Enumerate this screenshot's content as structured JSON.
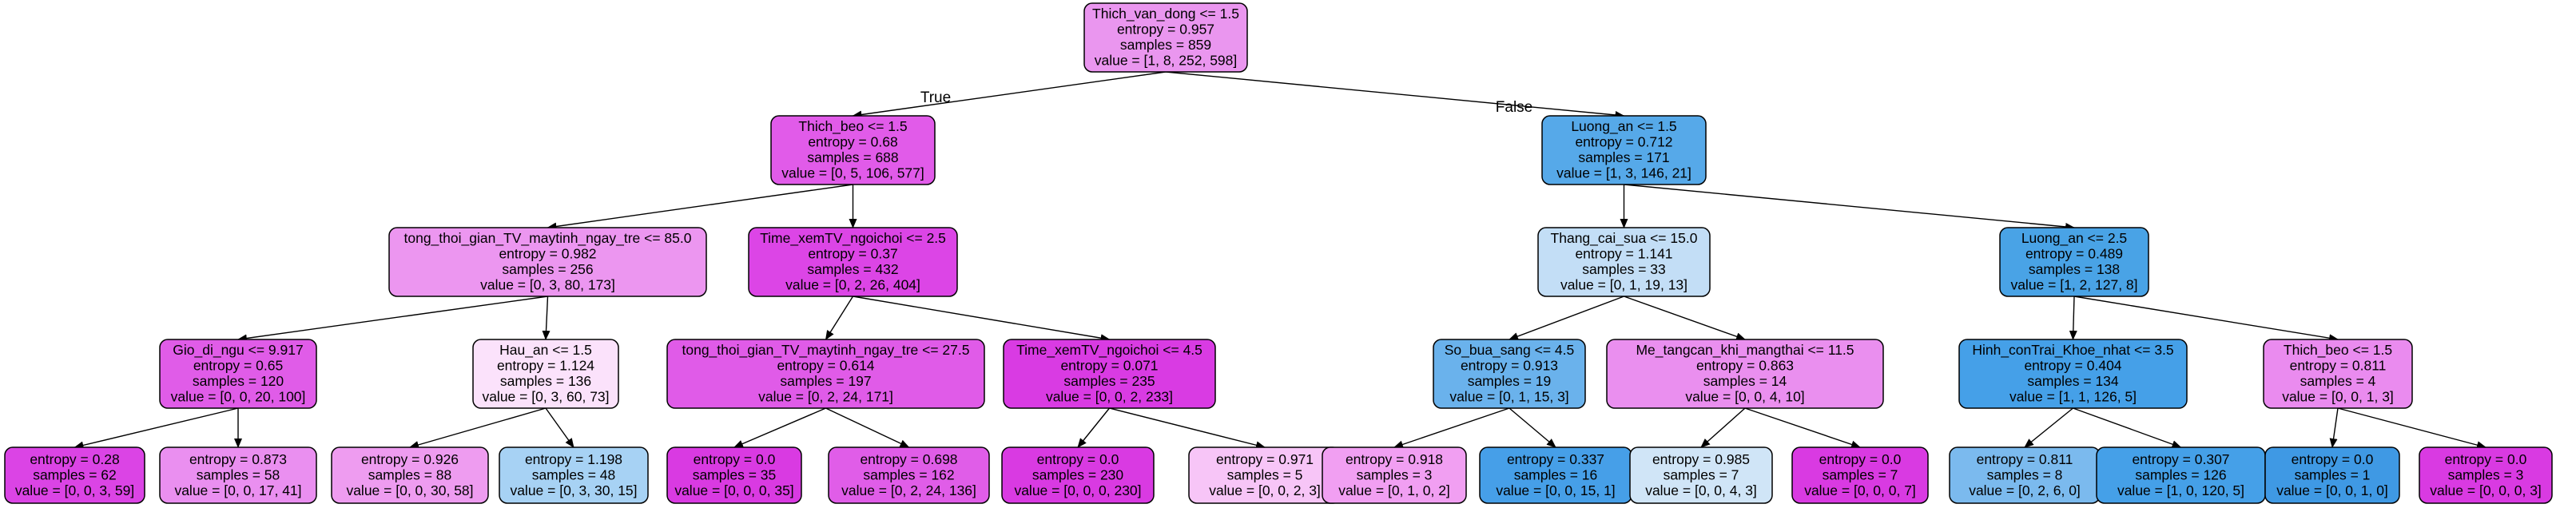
{
  "edge_labels": {
    "true": "True",
    "false": "False"
  },
  "colors": {
    "class_2_pale": "#fbe3fa",
    "class_2_light": "#ea96ef",
    "class_2_mid": "#e258e9",
    "class_2_strong": "#d93ee4",
    "class_1_pale": "#c6e0f7",
    "class_1_light": "#a4cdf2",
    "class_1_mid": "#6ab0eb",
    "class_1_strong": "#48a1e8",
    "edge": "#000000"
  },
  "nodes": [
    {
      "id": "n0",
      "lines": [
        "Thich_van_dong <= 1.5",
        "entropy = 0.957",
        "samples = 859",
        "value = [1, 8, 252, 598]"
      ],
      "fill": "#ea96ef"
    },
    {
      "id": "n1",
      "lines": [
        "Thich_beo <= 1.5",
        "entropy = 0.68",
        "samples = 688",
        "value = [0, 5, 106, 577]"
      ],
      "fill": "#e15be9"
    },
    {
      "id": "n2",
      "lines": [
        "Luong_an <= 1.5",
        "entropy = 0.712",
        "samples = 171",
        "value = [1, 3, 146, 21]"
      ],
      "fill": "#56a9e9"
    },
    {
      "id": "n3",
      "lines": [
        "tong_thoi_gian_TV_maytinh_ngay_tre <= 85.0",
        "entropy = 0.982",
        "samples = 256",
        "value = [0, 3, 80, 173]"
      ],
      "fill": "#ec96f0"
    },
    {
      "id": "n4",
      "lines": [
        "Time_xemTV_ngoichoi <= 2.5",
        "entropy = 0.37",
        "samples = 432",
        "value = [0, 2, 26, 404]"
      ],
      "fill": "#dc45e6"
    },
    {
      "id": "n5",
      "lines": [
        "Thang_cai_sua <= 15.0",
        "entropy = 1.141",
        "samples = 33",
        "value = [0, 1, 19, 13]"
      ],
      "fill": "#c3def6"
    },
    {
      "id": "n6",
      "lines": [
        "Luong_an <= 2.5",
        "entropy = 0.489",
        "samples = 138",
        "value = [1, 2, 127, 8]"
      ],
      "fill": "#49a3e6"
    },
    {
      "id": "n7",
      "lines": [
        "Gio_di_ngu <= 9.917",
        "entropy = 0.65",
        "samples = 120",
        "value = [0, 0, 20, 100]"
      ],
      "fill": "#e05ce8"
    },
    {
      "id": "n8",
      "lines": [
        "Hau_an <= 1.5",
        "entropy = 1.124",
        "samples = 136",
        "value = [0, 3, 60, 73]"
      ],
      "fill": "#fbe2fb"
    },
    {
      "id": "n9",
      "lines": [
        "tong_thoi_gian_TV_maytinh_ngay_tre <= 27.5",
        "entropy = 0.614",
        "samples = 197",
        "value = [0, 2, 24, 171]"
      ],
      "fill": "#e05be8"
    },
    {
      "id": "n10",
      "lines": [
        "Time_xemTV_ngoichoi <= 4.5",
        "entropy = 0.071",
        "samples = 235",
        "value = [0, 0, 2, 233]"
      ],
      "fill": "#d93be3"
    },
    {
      "id": "n11",
      "lines": [
        "So_bua_sang <= 4.5",
        "entropy = 0.913",
        "samples = 19",
        "value = [0, 1, 15, 3]"
      ],
      "fill": "#6ab2ec"
    },
    {
      "id": "n12",
      "lines": [
        "Me_tangcan_khi_mangthai <= 11.5",
        "entropy = 0.863",
        "samples = 14",
        "value = [0, 0, 4, 10]"
      ],
      "fill": "#ea8fef"
    },
    {
      "id": "n13",
      "lines": [
        "Hinh_conTrai_Khoe_nhat <= 3.5",
        "entropy = 0.404",
        "samples = 134",
        "value = [1, 1, 126, 5]"
      ],
      "fill": "#45a0e8"
    },
    {
      "id": "n14",
      "lines": [
        "Thich_beo <= 1.5",
        "entropy = 0.811",
        "samples = 4",
        "value = [0, 0, 1, 3]"
      ],
      "fill": "#ea8bef"
    },
    {
      "id": "n15",
      "lines": [
        "entropy = 0.28",
        "samples = 62",
        "value = [0, 0, 3, 59]"
      ],
      "fill": "#db44e5"
    },
    {
      "id": "n16",
      "lines": [
        "entropy = 0.873",
        "samples = 58",
        "value = [0, 0, 17, 41]"
      ],
      "fill": "#ea8ff0"
    },
    {
      "id": "n17",
      "lines": [
        "entropy = 0.926",
        "samples = 88",
        "value = [0, 0, 30, 58]"
      ],
      "fill": "#ee9cf0"
    },
    {
      "id": "n18",
      "lines": [
        "entropy = 1.198",
        "samples = 48",
        "value = [0, 3, 30, 15]"
      ],
      "fill": "#a7d2f4"
    },
    {
      "id": "n19",
      "lines": [
        "entropy = 0.0",
        "samples = 35",
        "value = [0, 0, 0, 35]"
      ],
      "fill": "#d93ae2"
    },
    {
      "id": "n20",
      "lines": [
        "entropy = 0.698",
        "samples = 162",
        "value = [0, 2, 24, 136]"
      ],
      "fill": "#e05de8"
    },
    {
      "id": "n21",
      "lines": [
        "entropy = 0.0",
        "samples = 230",
        "value = [0, 0, 0, 230]"
      ],
      "fill": "#d93ae2"
    },
    {
      "id": "n22",
      "lines": [
        "entropy = 0.971",
        "samples = 5",
        "value = [0, 0, 2, 3]"
      ],
      "fill": "#f7c5f7"
    },
    {
      "id": "n23",
      "lines": [
        "entropy = 0.918",
        "samples = 3",
        "value = [0, 1, 0, 2]"
      ],
      "fill": "#f19ff2"
    },
    {
      "id": "n24",
      "lines": [
        "entropy = 0.337",
        "samples = 16",
        "value = [0, 0, 15, 1]"
      ],
      "fill": "#469fe8"
    },
    {
      "id": "n25",
      "lines": [
        "entropy = 0.985",
        "samples = 7",
        "value = [0, 0, 4, 3]"
      ],
      "fill": "#d0e5f7"
    },
    {
      "id": "n26",
      "lines": [
        "entropy = 0.0",
        "samples = 7",
        "value = [0, 0, 0, 7]"
      ],
      "fill": "#d93ae2"
    },
    {
      "id": "n27",
      "lines": [
        "entropy = 0.811",
        "samples = 8",
        "value = [0, 2, 6, 0]"
      ],
      "fill": "#7bbaee"
    },
    {
      "id": "n28",
      "lines": [
        "entropy = 0.307",
        "samples = 126",
        "value = [1, 0, 120, 5]"
      ],
      "fill": "#45a0e8"
    },
    {
      "id": "n29",
      "lines": [
        "entropy = 0.0",
        "samples = 1",
        "value = [0, 0, 1, 0]"
      ],
      "fill": "#3f99e4"
    },
    {
      "id": "n30",
      "lines": [
        "entropy = 0.0",
        "samples = 3",
        "value = [0, 0, 0, 3]"
      ],
      "fill": "#d93ae2"
    }
  ],
  "edges": [
    {
      "from": "n0",
      "to": "n1",
      "label": "True"
    },
    {
      "from": "n0",
      "to": "n2",
      "label": "False"
    },
    {
      "from": "n1",
      "to": "n3"
    },
    {
      "from": "n1",
      "to": "n4"
    },
    {
      "from": "n2",
      "to": "n5"
    },
    {
      "from": "n2",
      "to": "n6"
    },
    {
      "from": "n3",
      "to": "n7"
    },
    {
      "from": "n3",
      "to": "n8"
    },
    {
      "from": "n4",
      "to": "n9"
    },
    {
      "from": "n4",
      "to": "n10"
    },
    {
      "from": "n5",
      "to": "n11"
    },
    {
      "from": "n5",
      "to": "n12"
    },
    {
      "from": "n6",
      "to": "n13"
    },
    {
      "from": "n6",
      "to": "n14"
    },
    {
      "from": "n7",
      "to": "n15"
    },
    {
      "from": "n7",
      "to": "n16"
    },
    {
      "from": "n8",
      "to": "n17"
    },
    {
      "from": "n8",
      "to": "n18"
    },
    {
      "from": "n9",
      "to": "n19"
    },
    {
      "from": "n9",
      "to": "n20"
    },
    {
      "from": "n10",
      "to": "n21"
    },
    {
      "from": "n10",
      "to": "n22"
    },
    {
      "from": "n11",
      "to": "n23"
    },
    {
      "from": "n11",
      "to": "n24"
    },
    {
      "from": "n12",
      "to": "n25"
    },
    {
      "from": "n12",
      "to": "n26"
    },
    {
      "from": "n13",
      "to": "n27"
    },
    {
      "from": "n13",
      "to": "n28"
    },
    {
      "from": "n14",
      "to": "n29"
    },
    {
      "from": "n14",
      "to": "n30"
    }
  ]
}
